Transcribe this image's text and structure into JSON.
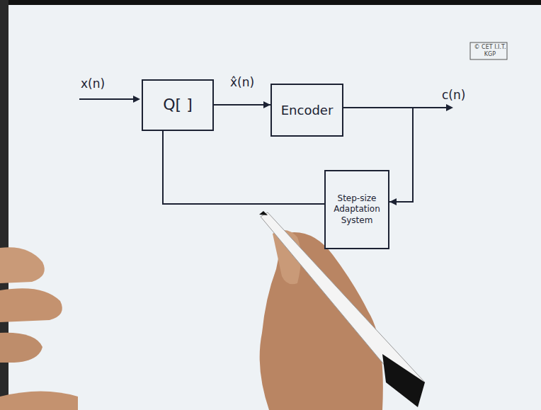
{
  "diagram": {
    "nodes": [
      {
        "text": [
          "Q[ ]"
        ]
      },
      {
        "text": [
          "Encoder"
        ]
      },
      {
        "text": [
          "Step-size Adaptation System"
        ]
      }
    ],
    "edges": [
      {
        "from": 0,
        "to": 1,
        "label": "x̂(n)",
        "arrow": "to"
      },
      {
        "from": 1,
        "to": 2,
        "arrow": "to"
      },
      {
        "from": 2,
        "to": 0,
        "arrow": "none"
      }
    ],
    "labels": [
      "x(n)",
      "c(n)",
      "© CET I.I.T. KGP"
    ]
  }
}
